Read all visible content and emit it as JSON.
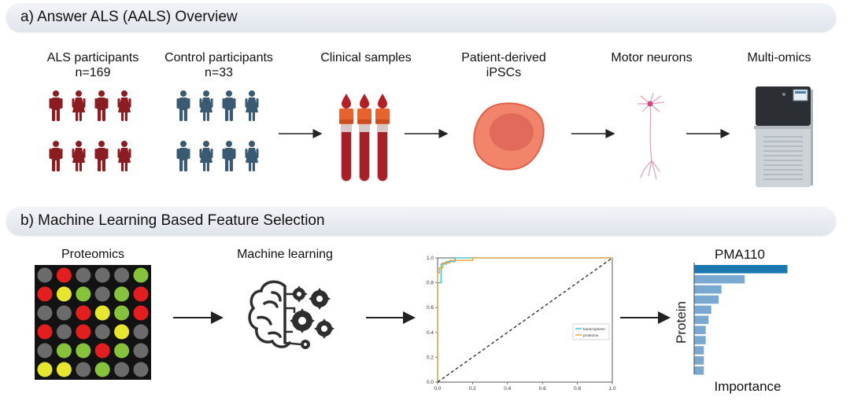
{
  "section_a": {
    "title": "a) Answer ALS (AALS) Overview",
    "als_label": "ALS participants",
    "als_n": "n=169",
    "control_label": "Control participants",
    "control_n": "n=33",
    "clinical_label": "Clinical samples",
    "ipsc_label_1": "Patient-derived",
    "ipsc_label_2": "iPSCs",
    "motor_label": "Motor neurons",
    "omics_label": "Multi-omics"
  },
  "section_b": {
    "title": "b) Machine Learning Based Feature Selection",
    "proteomics_label": "Proteomics",
    "ml_label": "Machine learning",
    "importance_title": "PMA110",
    "importance_ylabel": "Protein",
    "importance_xlabel": "Importance"
  },
  "colors": {
    "als": "#8b1c22",
    "control": "#3a5a72",
    "red_dot": "#e41e1e",
    "yellow_dot": "#e6e62c",
    "green_dot": "#86c23a",
    "grey_dot": "#6b6b6b",
    "roc_transcriptome": "#2bbdc8",
    "roc_proteome": "#f0982a",
    "bar_top": "#1b78ae",
    "bar": "#79a9d1"
  },
  "proteomics_grid": [
    [
      "grey",
      "red",
      "grey",
      "grey",
      "grey",
      "green"
    ],
    [
      "red",
      "yellow",
      "green",
      "grey",
      "green",
      "red"
    ],
    [
      "grey",
      "grey",
      "red",
      "yellow",
      "green",
      "red"
    ],
    [
      "red",
      "grey",
      "red",
      "grey",
      "yellow",
      "grey"
    ],
    [
      "grey",
      "green",
      "green",
      "red",
      "green",
      "grey"
    ],
    [
      "yellow",
      "yellow",
      "grey",
      "green",
      "grey",
      "grey"
    ]
  ],
  "chart_data": [
    {
      "type": "line",
      "title": "",
      "xlabel": "",
      "ylabel": "",
      "xlim": [
        0,
        1
      ],
      "ylim": [
        0,
        1
      ],
      "x_ticks": [
        "0.0",
        "0.2",
        "0.4",
        "0.6",
        "0.8",
        "1.0"
      ],
      "y_ticks": [
        "0.0",
        "0.2",
        "0.4",
        "0.6",
        "0.8",
        "1.0"
      ],
      "legend_position": "lower-right",
      "series": [
        {
          "name": "transcriptome",
          "x": [
            0,
            0,
            0.02,
            0.02,
            0.05,
            0.05,
            0.1,
            0.1,
            1
          ],
          "y": [
            0,
            0.8,
            0.8,
            0.95,
            0.95,
            0.97,
            0.97,
            1.0,
            1.0
          ]
        },
        {
          "name": "proteome",
          "x": [
            0,
            0,
            0.01,
            0.01,
            0.03,
            0.03,
            0.07,
            0.07,
            0.2,
            0.2,
            1
          ],
          "y": [
            0,
            0.88,
            0.88,
            0.92,
            0.92,
            0.96,
            0.96,
            0.98,
            0.98,
            1.0,
            1.0
          ]
        },
        {
          "name": "",
          "x": [
            0,
            1
          ],
          "y": [
            0,
            1
          ]
        }
      ]
    },
    {
      "type": "bar",
      "orientation": "horizontal",
      "title": "PMA110",
      "xlabel": "Importance",
      "ylabel": "Protein",
      "values": [
        1.0,
        0.54,
        0.29,
        0.26,
        0.18,
        0.15,
        0.12,
        0.12,
        0.1,
        0.1,
        0.1
      ],
      "grid": false
    }
  ]
}
